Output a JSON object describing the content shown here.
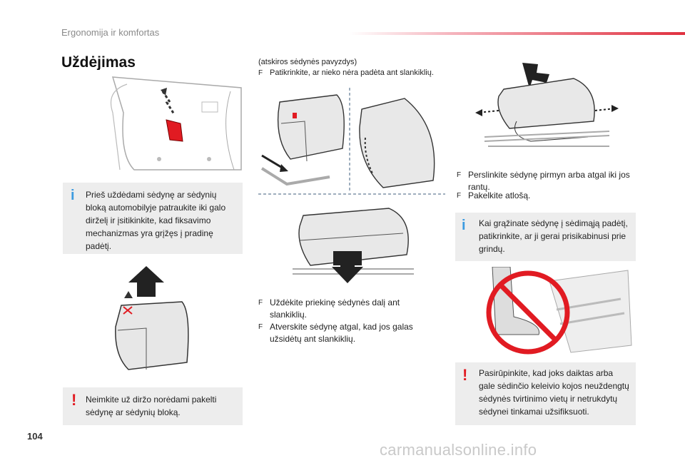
{
  "header": {
    "section": "Ergonomija ir komfortas"
  },
  "title": "Uždėjimas",
  "intro": {
    "example": "(atskiros sėdynės pavyzdys)",
    "bullet": "Patikrinkite, ar nieko nėra padėta ant slankiklių."
  },
  "info_boxes": [
    {
      "mark": "i",
      "text": "Prieš uždėdami sėdynę ar sėdynių bloką automobilyje patraukite iki galo dirželį ir įsitikinkite, kad fiksavimo mechanizmas yra grįžęs į pradinę padėtį."
    },
    {
      "mark": "i",
      "text": "Kai grąžinate sėdynę į sėdimąją padėtį, patikrinkite, ar ji gerai prisikabinusi prie grindų."
    }
  ],
  "warn_boxes": [
    {
      "mark": "!",
      "text": "Neimkite už diržo norėdami pakelti sėdynę ar sėdynių bloką."
    },
    {
      "mark": "!",
      "text": "Pasirūpinkite, kad joks daiktas arba gale sėdinčio keleivio kojos neuždengtų sėdynės tvirtinimo vietų ir netrukdytų sėdynei tinkamai užsifiksuoti."
    }
  ],
  "middle_bullets": [
    "Uždėkite priekinę sėdynės dalį ant slankiklių.",
    "Atverskite sėdynę atgal, kad jos galas užsidėtų ant slankiklių."
  ],
  "right_bullets": [
    "Perslinkite sėdynę pirmyn arba atgal iki jos rantų.",
    "Pakelkite atlošą."
  ],
  "bullet_symbol": "F",
  "page_number": "104",
  "watermark": "carmanualsonline.info",
  "colors": {
    "accent_red": "#e11b22",
    "info_blue": "#3c9be0",
    "box_gray": "#ededed"
  }
}
